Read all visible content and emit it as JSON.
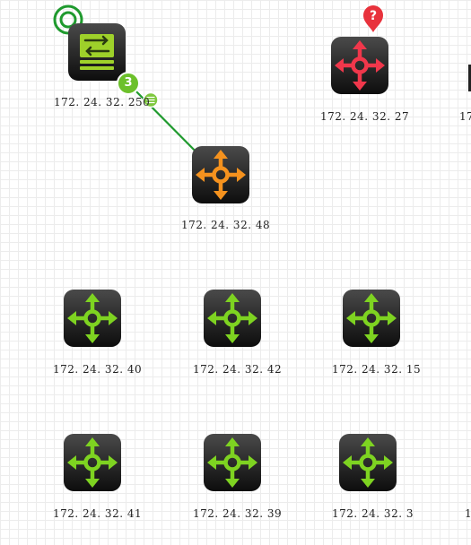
{
  "colors": {
    "link": "#1f9a2e",
    "link_marker": "#7ec83e",
    "router_green": "#7ed321",
    "router_orange": "#f5921e",
    "router_red": "#f0374b",
    "switch_green": "#9ed12a",
    "badge_green": "#6cc02b",
    "alert_red": "#e8323c"
  },
  "nodes": [
    {
      "id": "n250",
      "type": "switch",
      "icon": "switch-icon",
      "label": "172. 24. 32. 250",
      "color": "#9ed12a",
      "link_count": "3"
    },
    {
      "id": "n27",
      "type": "router",
      "icon": "router-icon",
      "label": "172. 24. 32. 27",
      "color": "#f0374b",
      "alert": "?"
    },
    {
      "id": "n48",
      "type": "router",
      "icon": "router-icon",
      "label": "172. 24. 32. 48",
      "color": "#f5921e"
    },
    {
      "id": "n40",
      "type": "router",
      "icon": "router-icon",
      "label": "172. 24. 32. 40",
      "color": "#7ed321"
    },
    {
      "id": "n42",
      "type": "router",
      "icon": "router-icon",
      "label": "172. 24. 32. 42",
      "color": "#7ed321"
    },
    {
      "id": "n15",
      "type": "router",
      "icon": "router-icon",
      "label": "172. 24. 32. 15",
      "color": "#7ed321"
    },
    {
      "id": "n41",
      "type": "router",
      "icon": "router-icon",
      "label": "172. 24. 32. 41",
      "color": "#7ed321"
    },
    {
      "id": "n39",
      "type": "router",
      "icon": "router-icon",
      "label": "172. 24. 32. 39",
      "color": "#7ed321"
    },
    {
      "id": "n3",
      "type": "router",
      "icon": "router-icon",
      "label": "172. 24. 32. 3",
      "color": "#7ed321"
    }
  ],
  "partial_labels": {
    "top": "17",
    "bottom": "1"
  },
  "links": [
    {
      "from": "n250",
      "to": "n48"
    }
  ]
}
